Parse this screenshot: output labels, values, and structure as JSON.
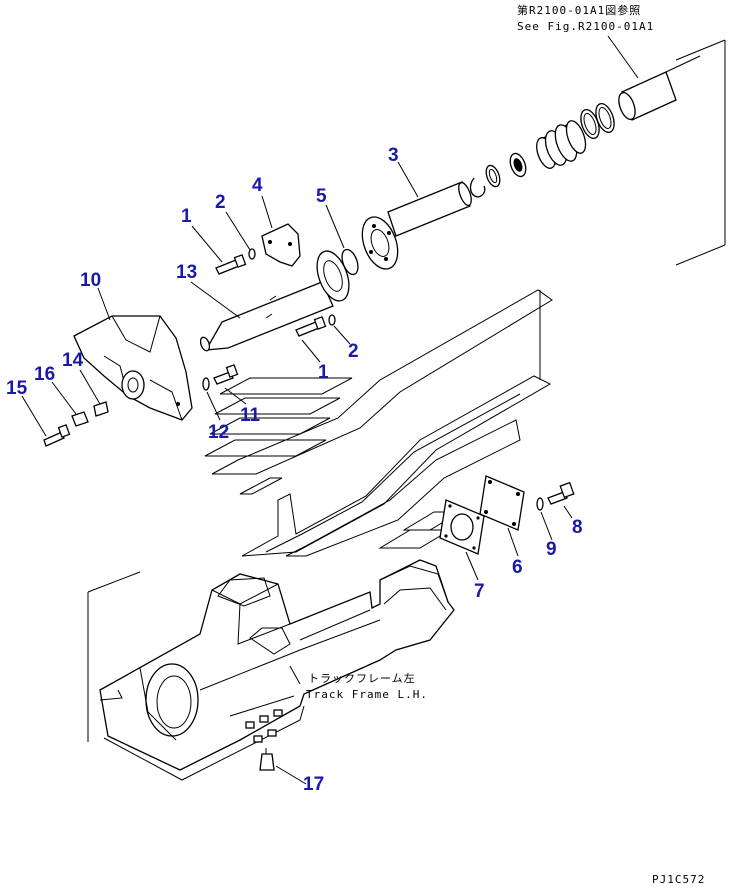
{
  "reference_note": {
    "line1": "第R2100-01A1図参照",
    "line2": "See Fig.R2100-01A1"
  },
  "frame_label": {
    "line1": "トラックフレーム左",
    "line2": "Track Frame L.H."
  },
  "drawing_code": "PJ1C572",
  "callouts": [
    {
      "id": "c3",
      "label": "3"
    },
    {
      "id": "c4",
      "label": "4"
    },
    {
      "id": "c1a",
      "label": "1"
    },
    {
      "id": "c2a",
      "label": "2"
    },
    {
      "id": "c5",
      "label": "5"
    },
    {
      "id": "c13",
      "label": "13"
    },
    {
      "id": "c10",
      "label": "10"
    },
    {
      "id": "c2b",
      "label": "2"
    },
    {
      "id": "c1b",
      "label": "1"
    },
    {
      "id": "c16",
      "label": "16"
    },
    {
      "id": "c14",
      "label": "14"
    },
    {
      "id": "c15",
      "label": "15"
    },
    {
      "id": "c11",
      "label": "11"
    },
    {
      "id": "c12",
      "label": "12"
    },
    {
      "id": "c8",
      "label": "8"
    },
    {
      "id": "c9",
      "label": "9"
    },
    {
      "id": "c6",
      "label": "6"
    },
    {
      "id": "c7",
      "label": "7"
    },
    {
      "id": "c17",
      "label": "17"
    }
  ],
  "colors": {
    "callout": "#1a1aa8",
    "line": "#000000"
  }
}
